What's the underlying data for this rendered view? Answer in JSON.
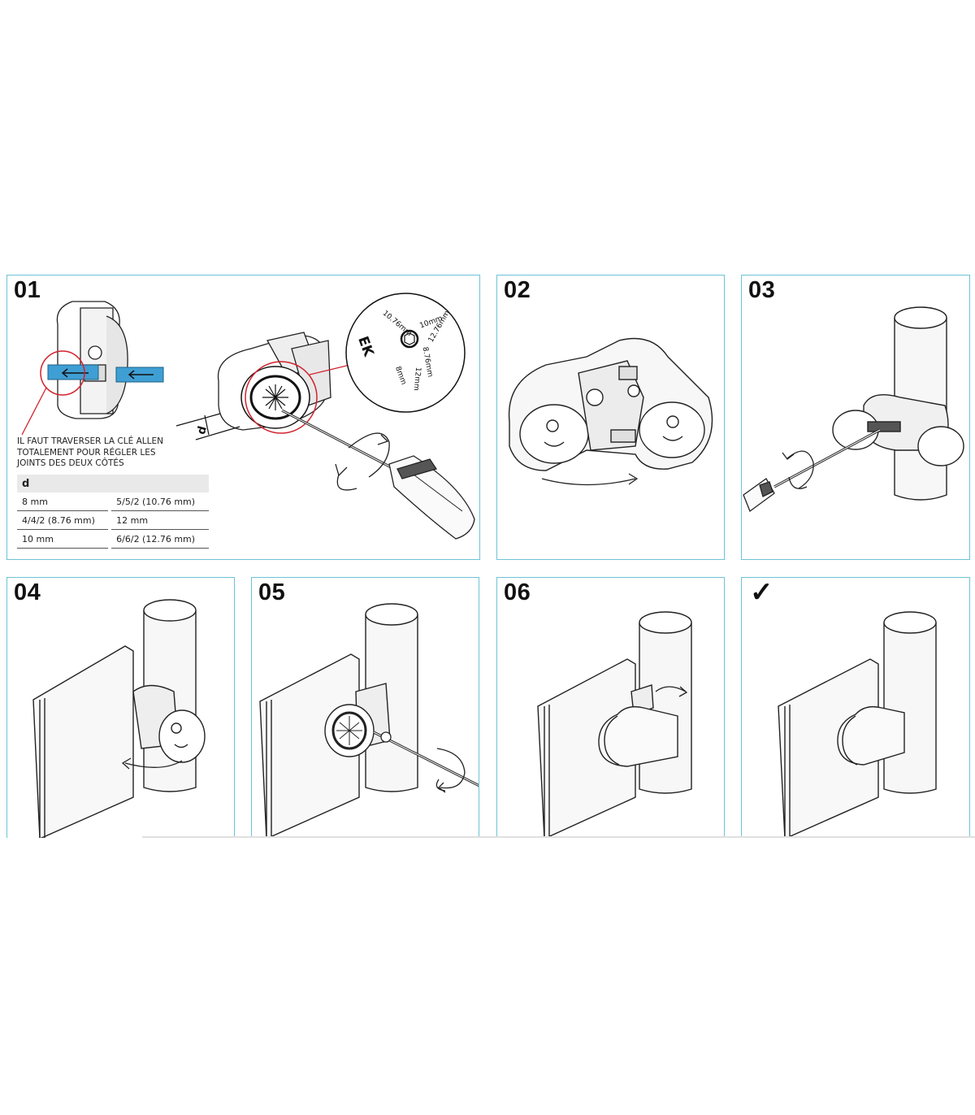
{
  "steps": [
    {
      "number": "01"
    },
    {
      "number": "02"
    },
    {
      "number": "03"
    },
    {
      "number": "04"
    },
    {
      "number": "05"
    },
    {
      "number": "06"
    },
    {
      "number": "✓"
    }
  ],
  "step1": {
    "note": "IL FAUT TRAVERSER LA CLÉ ALLEN TOTALEMENT POUR RÉGLER LES JOINTS DES DEUX CÔTÉS",
    "dimension_label": "d",
    "dial_logo": "EK",
    "dial_labels": [
      "8mm",
      "10mm",
      "12mm",
      "8.76mm",
      "10.76mm",
      "12.76mm"
    ]
  },
  "table": {
    "header": "d",
    "rows": [
      [
        "8 mm",
        "5/5/2 (10.76 mm)"
      ],
      [
        "4/4/2 (8.76 mm)",
        "12 mm"
      ],
      [
        "10 mm",
        "6/6/2 (12.76 mm)"
      ]
    ]
  },
  "colors": {
    "panel_border": "#6ec3d6",
    "highlight_circle": "#d2222d",
    "insert_blue": "#3f9fd4"
  }
}
